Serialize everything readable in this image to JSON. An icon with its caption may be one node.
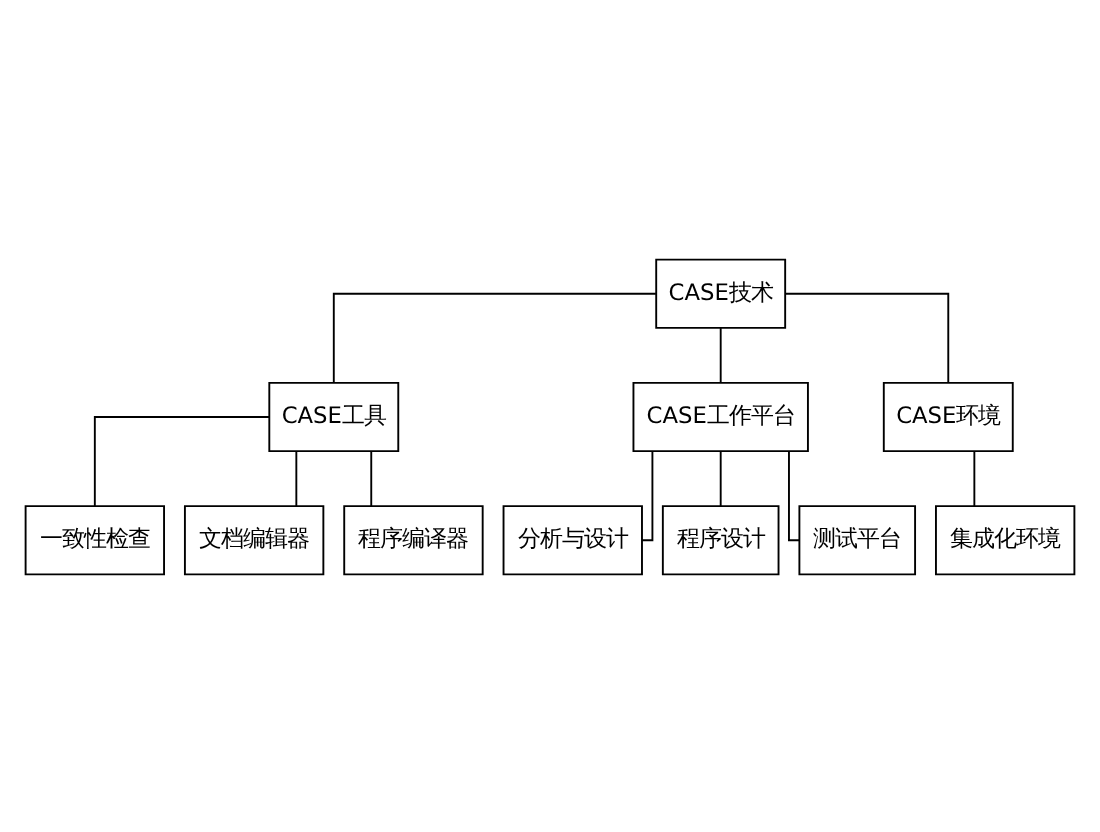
{
  "diagram": {
    "nodes": [
      {
        "text": [
          "CASE技术"
        ]
      },
      {
        "text": [
          "CASE工具"
        ]
      },
      {
        "text": [
          "CASE工作平台"
        ]
      },
      {
        "text": [
          "CASE环境"
        ]
      },
      {
        "text": [
          "一致性检查"
        ]
      },
      {
        "text": [
          "文档编辑器"
        ]
      },
      {
        "text": [
          "程序编译器"
        ]
      },
      {
        "text": [
          "分析与设计"
        ]
      },
      {
        "text": [
          "程序设计"
        ]
      },
      {
        "text": [
          "测试平台"
        ]
      },
      {
        "text": [
          "集成化环境"
        ]
      }
    ],
    "edges": [
      {
        "from": 0,
        "to": 1,
        "arrow": "none"
      },
      {
        "from": 0,
        "to": 2,
        "arrow": "none"
      },
      {
        "from": 0,
        "to": 3,
        "arrow": "none"
      },
      {
        "from": 1,
        "to": 4,
        "arrow": "none"
      },
      {
        "from": 1,
        "to": 5,
        "arrow": "none"
      },
      {
        "from": 1,
        "to": 6,
        "arrow": "none"
      },
      {
        "from": 2,
        "to": 7,
        "arrow": "none"
      },
      {
        "from": 2,
        "to": 8,
        "arrow": "none"
      },
      {
        "from": 2,
        "to": 9,
        "arrow": "none"
      },
      {
        "from": 3,
        "to": 10,
        "arrow": "none"
      }
    ]
  }
}
